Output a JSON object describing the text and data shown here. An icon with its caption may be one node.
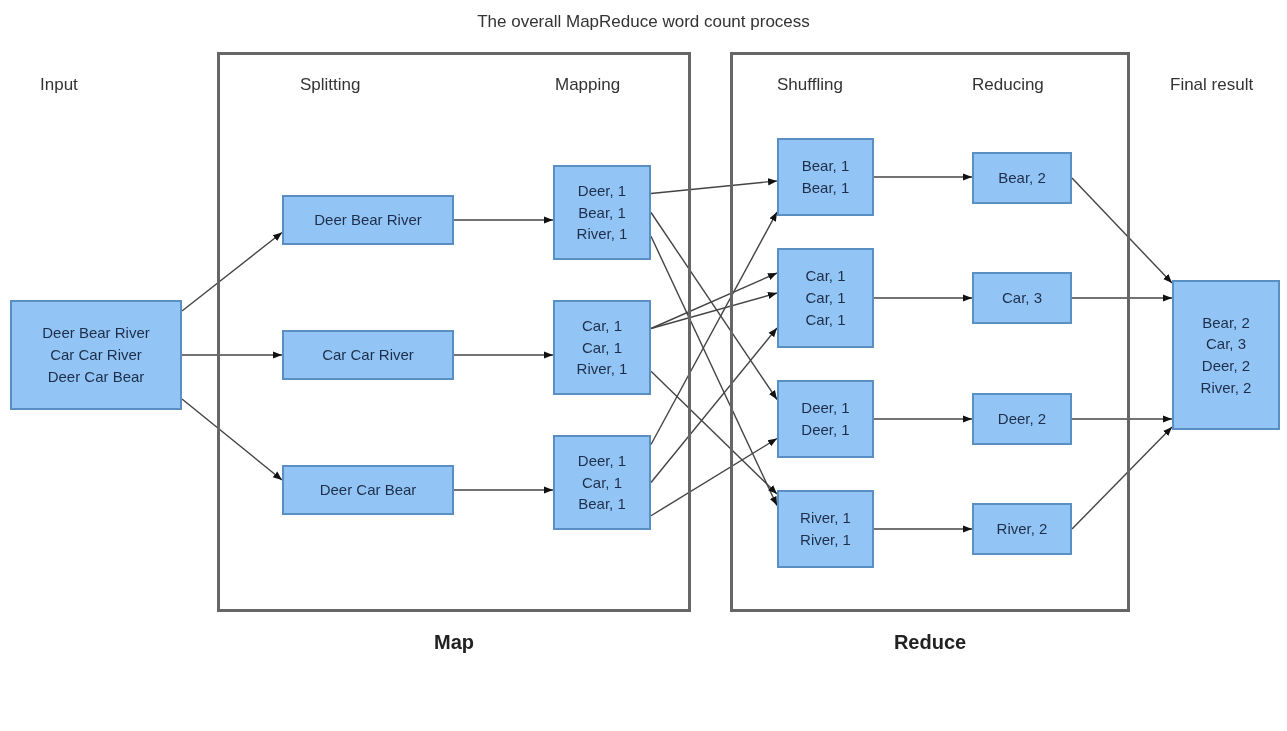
{
  "diagram": {
    "title": "The overall MapReduce word count process",
    "nodes": [
      {
        "text": [
          "Deer Bear River",
          "Car Car River",
          "Deer Car Bear"
        ]
      },
      {
        "text": [
          "Map"
        ]
      },
      {
        "text": [
          "Deer Bear River"
        ],
        "in": 1
      },
      {
        "text": [
          "Car Car River"
        ],
        "in": 1
      },
      {
        "text": [
          "Deer Car Bear"
        ],
        "in": 1
      },
      {
        "text": [
          "Deer, 1",
          "Bear, 1",
          "River, 1"
        ],
        "in": 1
      },
      {
        "text": [
          "Car, 1",
          "Car, 1",
          "River, 1"
        ],
        "in": 1
      },
      {
        "text": [
          "Deer, 1",
          "Car, 1",
          "Bear, 1"
        ],
        "in": 1
      },
      {
        "text": [
          "Reduce"
        ]
      },
      {
        "text": [
          "Bear, 1",
          "Bear, 1"
        ],
        "in": 8
      },
      {
        "text": [
          "Car, 1",
          "Car, 1",
          "Car, 1"
        ],
        "in": 8
      },
      {
        "text": [
          "Deer, 1",
          "Deer, 1"
        ],
        "in": 8
      },
      {
        "text": [
          "River, 1",
          "River, 1"
        ],
        "in": 8
      },
      {
        "text": [
          "Bear, 2"
        ],
        "in": 8
      },
      {
        "text": [
          "Car, 3"
        ],
        "in": 8
      },
      {
        "text": [
          "Deer, 2"
        ],
        "in": 8
      },
      {
        "text": [
          "River, 2"
        ],
        "in": 8
      },
      {
        "text": [
          "Bear, 2",
          "Car, 3",
          "Deer, 2",
          "River, 2"
        ]
      }
    ],
    "edges": [
      {
        "from": 0,
        "to": 2,
        "arrow": "to"
      },
      {
        "from": 0,
        "to": 3,
        "arrow": "to"
      },
      {
        "from": 0,
        "to": 4,
        "arrow": "to"
      },
      {
        "from": 2,
        "to": 5,
        "arrow": "to"
      },
      {
        "from": 3,
        "to": 6,
        "arrow": "to"
      },
      {
        "from": 4,
        "to": 7,
        "arrow": "to"
      },
      {
        "from": 5,
        "to": 9,
        "arrow": "to"
      },
      {
        "from": 5,
        "to": 11,
        "arrow": "to"
      },
      {
        "from": 5,
        "to": 12,
        "arrow": "to"
      },
      {
        "from": 6,
        "to": 10,
        "arrow": "to"
      },
      {
        "from": 6,
        "to": 10,
        "arrow": "to"
      },
      {
        "from": 6,
        "to": 12,
        "arrow": "to"
      },
      {
        "from": 7,
        "to": 9,
        "arrow": "to"
      },
      {
        "from": 7,
        "to": 10,
        "arrow": "to"
      },
      {
        "from": 7,
        "to": 11,
        "arrow": "to"
      },
      {
        "from": 9,
        "to": 13,
        "arrow": "to"
      },
      {
        "from": 10,
        "to": 14,
        "arrow": "to"
      },
      {
        "from": 11,
        "to": 15,
        "arrow": "to"
      },
      {
        "from": 12,
        "to": 16,
        "arrow": "to"
      },
      {
        "from": 13,
        "to": 17,
        "arrow": "to"
      },
      {
        "from": 14,
        "to": 17,
        "arrow": "to"
      },
      {
        "from": 15,
        "to": 17,
        "arrow": "to"
      },
      {
        "from": 16,
        "to": 17,
        "arrow": "to"
      }
    ],
    "labels": [
      "Input",
      "Splitting",
      "Mapping",
      "Shuffling",
      "Reducing",
      "Final result"
    ]
  }
}
